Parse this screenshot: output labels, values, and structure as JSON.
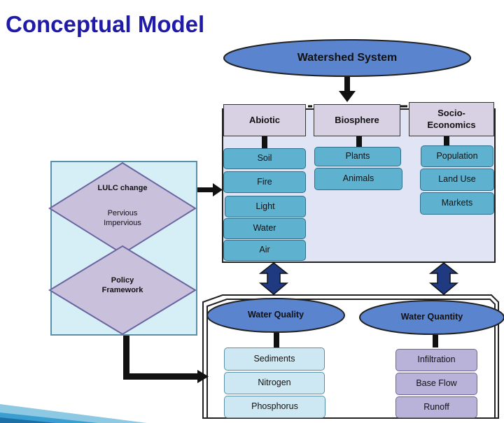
{
  "title": "Conceptual Model",
  "watershed_system": "Watershed System",
  "categories": {
    "abiotic": "Abiotic",
    "biosphere": "Biosphere",
    "socio_line1": "Socio-",
    "socio_line2": "Economics"
  },
  "abiotic_items": [
    "Soil",
    "Fire",
    "Light",
    "Water",
    "Air"
  ],
  "biosphere_items": [
    "Plants",
    "Animals"
  ],
  "socio_items": [
    "Population",
    "Land Use",
    "Markets"
  ],
  "lulc": {
    "title": "LULC change",
    "line1": "Pervious",
    "line2": "Impervious"
  },
  "policy": {
    "line1": "Policy",
    "line2": "Framework"
  },
  "water_quality": {
    "label": "Water Quality",
    "items": [
      "Sediments",
      "Nitrogen",
      "Phosphorus"
    ]
  },
  "water_quantity": {
    "label": "Water Quantity",
    "items": [
      "Infiltration",
      "Base Flow",
      "Runoff"
    ]
  },
  "colors": {
    "title": "#1f1aa8",
    "ellipse": "#5b84cf",
    "panel": "#e0e4f4",
    "category": "#d8d0e3",
    "item_blue": "#5fb2cf",
    "diamond": "#c9c1dc",
    "lulc_panel": "#d6eef6"
  }
}
